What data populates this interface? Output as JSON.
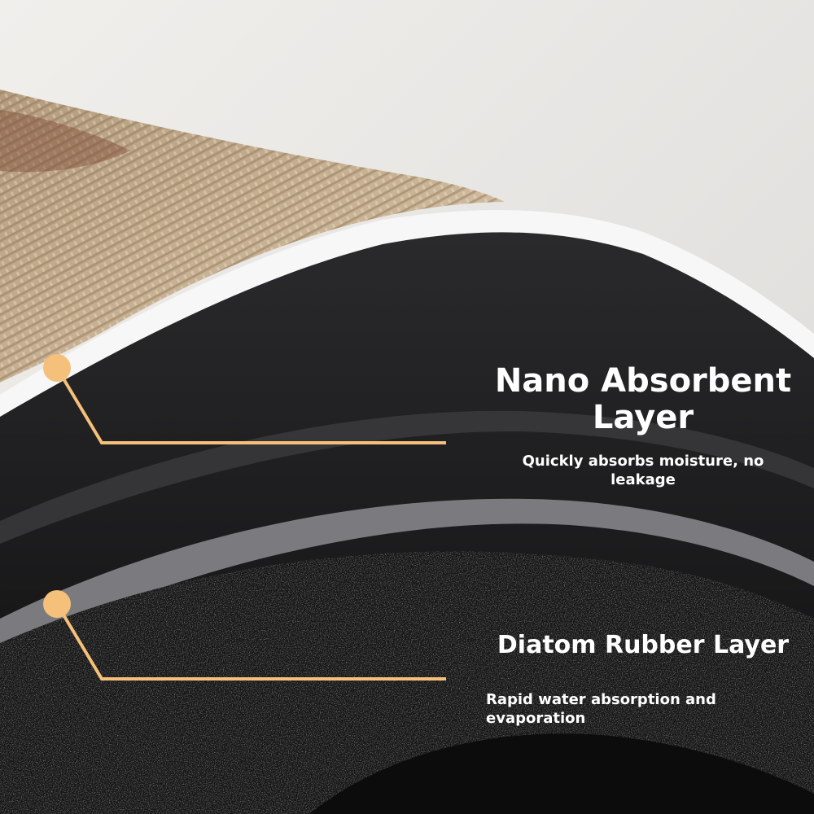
{
  "callouts": [
    {
      "title": "Nano Absorbent Layer",
      "description": "Quickly absorbs moisture, no leakage"
    },
    {
      "title": "Diatom Rubber Layer",
      "description": "Rapid water absorption and evaporation"
    }
  ],
  "colors": {
    "accent": "#f4c07a",
    "text": "#ffffff",
    "fabric": "#c2aa8a",
    "rubber": "#141414",
    "background": "#eeecea"
  }
}
